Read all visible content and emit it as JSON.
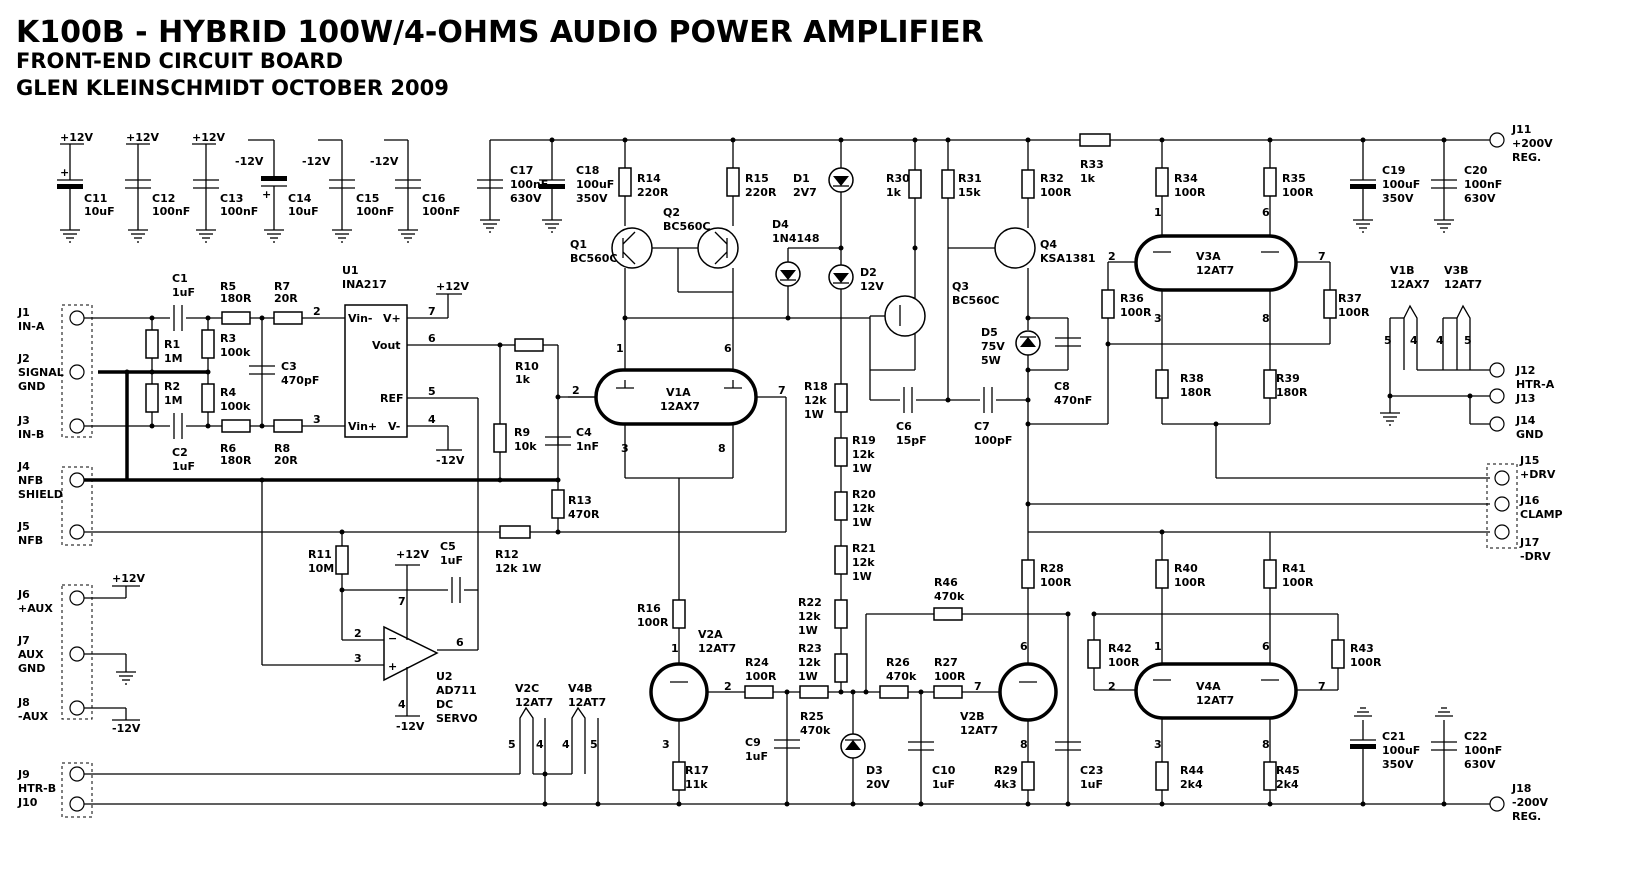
{
  "title": {
    "main": "K100B - HYBRID 100W/4-OHMS AUDIO POWER AMPLIFIER",
    "line2": "FRONT-END CIRCUIT BOARD",
    "line3": "GLEN KLEINSCHMIDT OCTOBER 2009"
  },
  "rails": {
    "p12": "+12V",
    "n12": "-12V"
  },
  "supply_caps": [
    {
      "ref": "C11",
      "val": "10uF"
    },
    {
      "ref": "C12",
      "val": "100nF"
    },
    {
      "ref": "C13",
      "val": "100nF"
    },
    {
      "ref": "C14",
      "val": "10uF"
    },
    {
      "ref": "C15",
      "val": "100nF"
    },
    {
      "ref": "C16",
      "val": "100nF"
    }
  ],
  "connectors": {
    "j1": {
      "ref": "J1",
      "name": "IN-A"
    },
    "j2": {
      "ref": "J2",
      "name1": "SIGNAL",
      "name2": "GND"
    },
    "j3": {
      "ref": "J3",
      "name": "IN-B"
    },
    "j4": {
      "ref": "J4",
      "name1": "NFB",
      "name2": "SHIELD"
    },
    "j5": {
      "ref": "J5",
      "name": "NFB"
    },
    "j6": {
      "ref": "J6",
      "name": "+AUX"
    },
    "j7": {
      "ref": "J7",
      "name1": "AUX",
      "name2": "GND"
    },
    "j8": {
      "ref": "J8",
      "name": "-AUX"
    },
    "j9": {
      "ref": "J9",
      "name": "HTR-B"
    },
    "j10": {
      "ref": "J10"
    },
    "j11": {
      "ref": "J11",
      "name1": "+200V",
      "name2": "REG."
    },
    "j12": {
      "ref": "J12",
      "name": "HTR-A"
    },
    "j13": {
      "ref": "J13"
    },
    "j14": {
      "ref": "J14",
      "name": "GND"
    },
    "j15": {
      "ref": "J15",
      "name": "+DRV"
    },
    "j16": {
      "ref": "J16",
      "name": "CLAMP"
    },
    "j17": {
      "ref": "J17",
      "name": "-DRV"
    },
    "j18": {
      "ref": "J18",
      "name1": "-200V",
      "name2": "REG."
    }
  },
  "parts": {
    "C1": "1uF",
    "C2": "1uF",
    "C3": "470pF",
    "C4": "1nF",
    "C5": "1uF",
    "C6": "15pF",
    "C7": "100pF",
    "C8": "470nF",
    "C9": "1uF",
    "C10": "1uF",
    "C17": "100nF",
    "C17b": "630V",
    "C18": "100uF",
    "C18b": "350V",
    "C19": "100uF",
    "C19b": "350V",
    "C20": "100nF",
    "C20b": "630V",
    "C21": "100uF",
    "C21b": "350V",
    "C22": "100nF",
    "C22b": "630V",
    "C23": "1uF",
    "R1": "1M",
    "R2": "1M",
    "R3": "100k",
    "R4": "100k",
    "R5": "180R",
    "R6": "180R",
    "R7": "20R",
    "R8": "20R",
    "R9": "10k",
    "R10": "1k",
    "R11": "10M",
    "R12": "12k 1W",
    "R13": "470R",
    "R14": "220R",
    "R15": "220R",
    "R16": "100R",
    "R17": "11k",
    "R18a": "12k",
    "R18b": "1W",
    "R19a": "12k",
    "R19b": "1W",
    "R20a": "12k",
    "R20b": "1W",
    "R21a": "12k",
    "R21b": "1W",
    "R22a": "12k",
    "R22b": "1W",
    "R23a": "12k",
    "R23b": "1W",
    "R24": "100R",
    "R25": "470k",
    "R26": "470k",
    "R27": "100R",
    "R28": "100R",
    "R29": "4k3",
    "R30": "1k",
    "R31": "15k",
    "R32": "100R",
    "R33": "1k",
    "R34": "100R",
    "R35": "100R",
    "R36": "100R",
    "R37": "100R",
    "R38": "180R",
    "R39": "180R",
    "R40": "100R",
    "R41": "100R",
    "R42": "100R",
    "R43": "100R",
    "R44": "2k4",
    "R45": "2k4",
    "R46": "470k",
    "D1": "2V7",
    "D2": "12V",
    "D3": "20V",
    "D4": "1N4148",
    "D5a": "75V",
    "D5b": "5W",
    "Q1": "BC560C",
    "Q2": "BC560C",
    "Q3": "BC560C",
    "Q4": "KSA1381",
    "U1": "INA217",
    "U2a": "AD711",
    "U2b": "DC",
    "U2c": "SERVO",
    "V1A": "12AX7",
    "V2A": "12AT7",
    "V2B": "12AT7",
    "V3A": "12AT7",
    "V4A": "12AT7",
    "V1B": "12AX7",
    "V3B": "12AT7",
    "V2C": "12AT7",
    "V4B": "12AT7"
  },
  "pins": {
    "vinm": "Vin-",
    "vinp": "Vin+",
    "vout": "Vout",
    "ref": "REF",
    "vplus": "V+",
    "vminus": "V-"
  }
}
